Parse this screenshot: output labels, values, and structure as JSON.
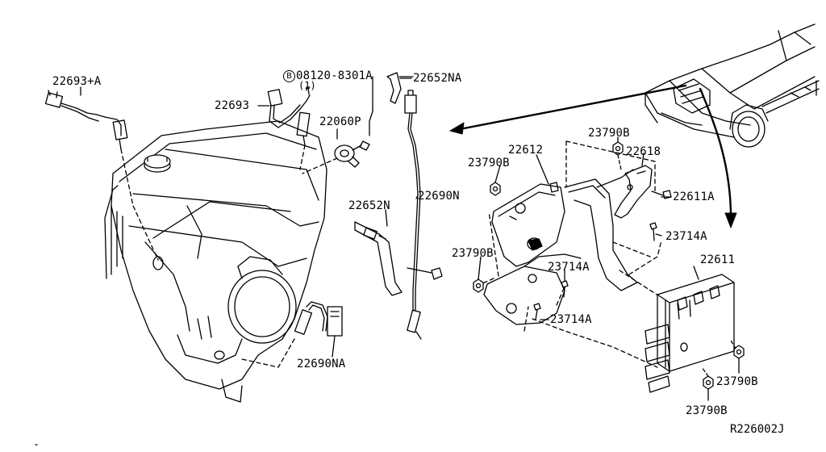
{
  "labels": {
    "p22693a": "22693+A",
    "p08120": "08120-8301A",
    "bolt_symbol": "B",
    "qty1": "(1)",
    "p22652na": "22652NA",
    "p22693": "22693",
    "p22060p": "22060P",
    "p22690n": "22690N",
    "p22652n": "22652N",
    "p22690na": "22690NA",
    "p23790b_top": "23790B",
    "p22618": "22618",
    "p22612": "22612",
    "p23790b_left1": "23790B",
    "p22611a": "22611A",
    "p23714a_right": "23714A",
    "p23790b_left2": "23790B",
    "p23714a_mid": "23714A",
    "p22611": "22611",
    "p23714a_low": "23714A",
    "p23790b_right": "23790B",
    "p23790b_bottom": "23790B",
    "ref": "R226002J"
  }
}
